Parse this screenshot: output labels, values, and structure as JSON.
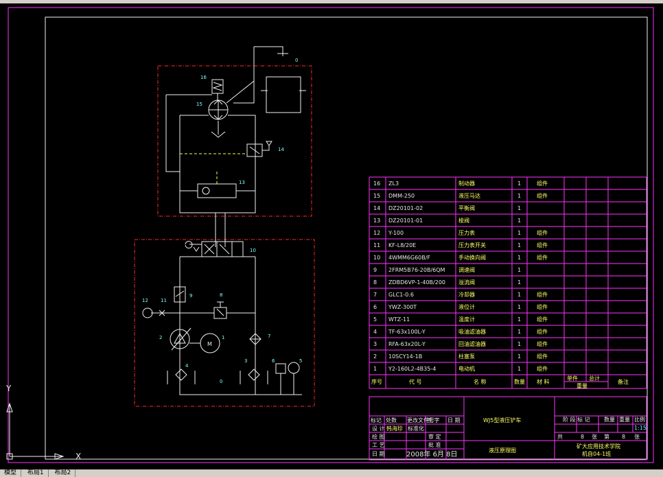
{
  "title_block": {
    "drawing_name": "WJ5型液压铲车",
    "sheet_name": "液压原理图",
    "school": "矿大应用技术学院",
    "class": "机自04-1班",
    "scale": "1:15",
    "date": "2008年 6月 8日",
    "h_stage": "阶 段 标 记",
    "h_qty": "数量",
    "h_weight": "重量",
    "h_scale": "比例",
    "total_label": "共",
    "total_value": "8",
    "sheet_unit": "张",
    "sheet_label": "第",
    "sheet_value": "8",
    "rows": [
      "标记",
      "处数",
      "更改文件号",
      "签 字",
      "日 期",
      "设 计",
      "韩海珍",
      "标准化",
      "绘 图",
      "审 定",
      "工 艺",
      "批 准",
      "日 期"
    ]
  },
  "bom": {
    "headers": [
      "序号",
      "代  号",
      "名  称",
      "数量",
      "材  料",
      "单件",
      "总计",
      "重量",
      "备注"
    ],
    "rows": [
      [
        "16",
        "ZL3",
        "制动器",
        "1",
        "组件"
      ],
      [
        "15",
        "DMM-250",
        "液压马达",
        "1",
        "组件"
      ],
      [
        "14",
        "DZ20101-02",
        "平衡阀",
        "1",
        ""
      ],
      [
        "13",
        "DZ20101-01",
        "梭阀",
        "1",
        ""
      ],
      [
        "12",
        "Y-100",
        "压力表",
        "1",
        "组件"
      ],
      [
        "11",
        "KF-L8/20E",
        "压力表开关",
        "1",
        "组件"
      ],
      [
        "10",
        "4WMM6G60B/F",
        "手动换向阀",
        "1",
        "组件"
      ],
      [
        "9",
        "2FRM5B76-20B/6QM",
        "调速阀",
        "1",
        ""
      ],
      [
        "8",
        "ZDBD6VP-1-40B/200",
        "溢流阀",
        "1",
        ""
      ],
      [
        "7",
        "GLC1-0.6",
        "冷却器",
        "1",
        "组件"
      ],
      [
        "6",
        "YWZ-300T",
        "液位计",
        "1",
        "组件"
      ],
      [
        "5",
        "WTZ-11",
        "温度计",
        "1",
        "组件"
      ],
      [
        "4",
        "TF-63x100L-Y",
        "吸油滤油器",
        "1",
        "组件"
      ],
      [
        "3",
        "RFA-63x20L-Y",
        "回油滤油器",
        "1",
        "组件"
      ],
      [
        "2",
        "10SCY14-1B",
        "柱塞泵",
        "1",
        "组件"
      ],
      [
        "1",
        "Y2-160L2-4B35-4",
        "电动机",
        "1",
        "组件"
      ]
    ]
  },
  "diagram": {
    "labels": [
      "16",
      "15",
      "14",
      "13",
      "10",
      "12",
      "11",
      "9",
      "8",
      "2",
      "1",
      "7",
      "4",
      "3",
      "6",
      "5",
      "0",
      "0"
    ],
    "motor_letter": "M"
  },
  "ucs": {
    "x": "X",
    "y": "Y"
  },
  "tabs": [
    "模型",
    "布局1",
    "布局2"
  ]
}
